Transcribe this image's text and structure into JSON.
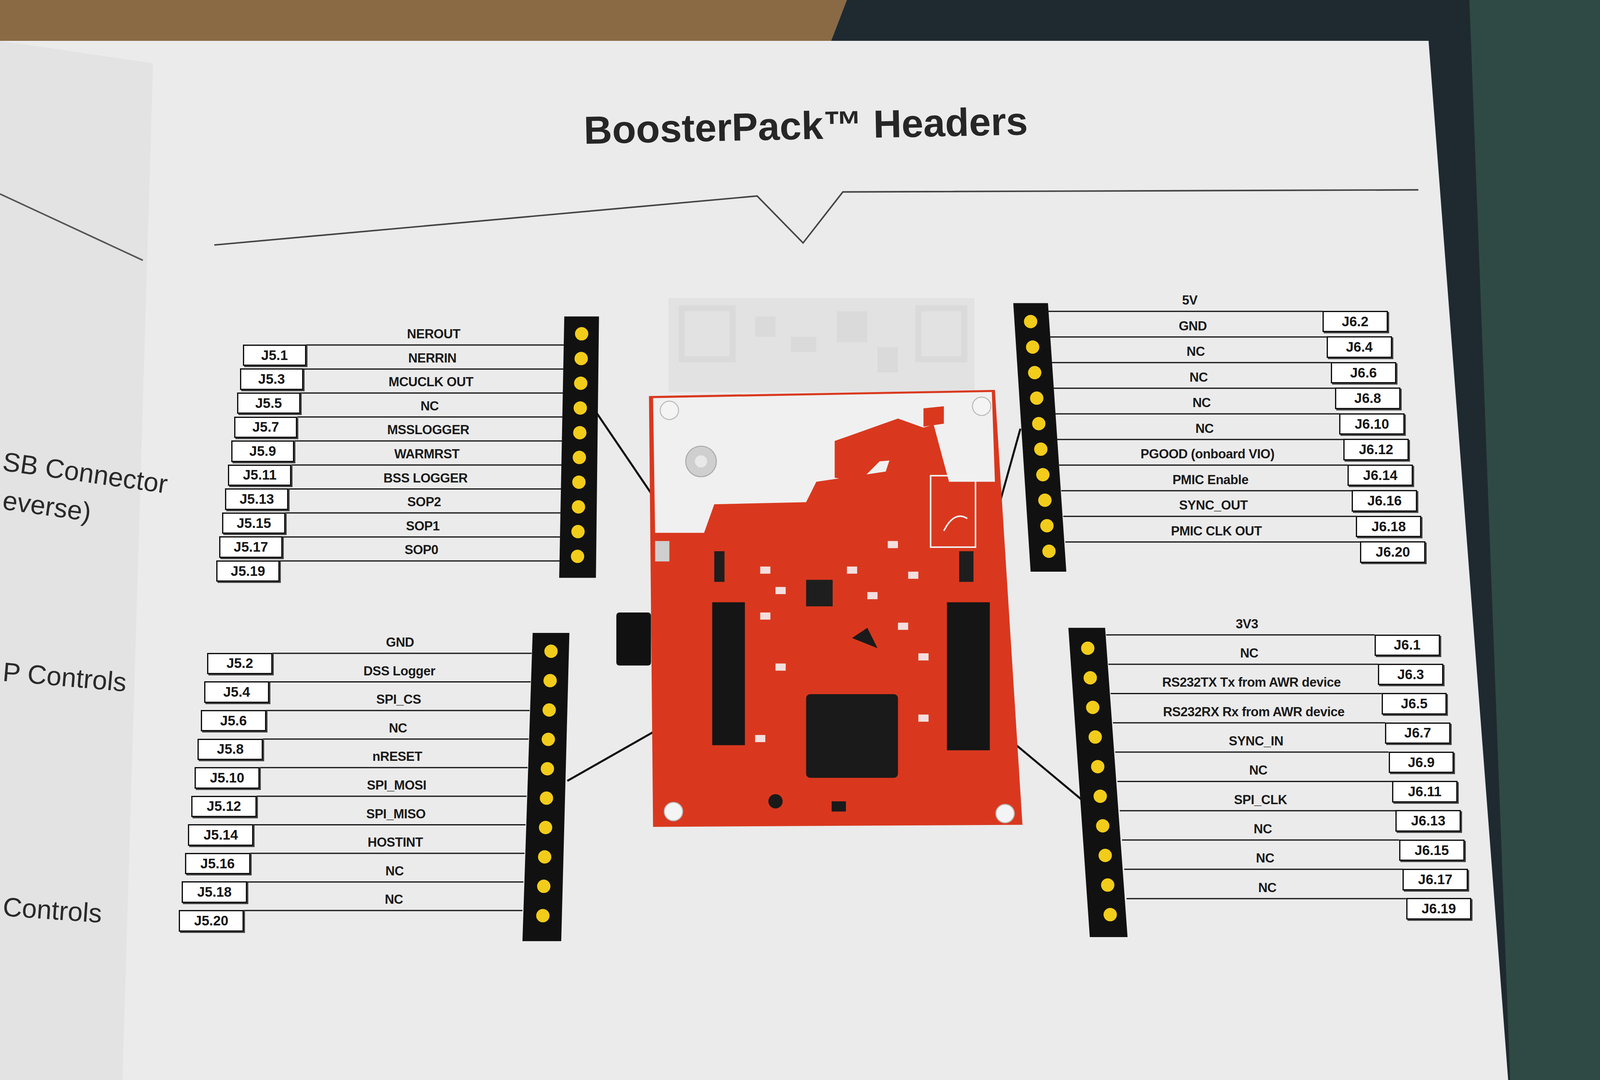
{
  "diagram": {
    "title": "BoosterPack™ Headers",
    "nodes": [
      {
        "text": [
          "J5.1"
        ]
      },
      {
        "text": [
          "J5.3"
        ]
      },
      {
        "text": [
          "J5.5"
        ]
      },
      {
        "text": [
          "J5.7"
        ]
      },
      {
        "text": [
          "J5.9"
        ]
      },
      {
        "text": [
          "J5.11"
        ]
      },
      {
        "text": [
          "J5.13"
        ]
      },
      {
        "text": [
          "J5.15"
        ]
      },
      {
        "text": [
          "J5.17"
        ]
      },
      {
        "text": [
          "J5.19"
        ]
      },
      {
        "text": [
          "J6.2"
        ]
      },
      {
        "text": [
          "J6.4"
        ]
      },
      {
        "text": [
          "J6.6"
        ]
      },
      {
        "text": [
          "J6.8"
        ]
      },
      {
        "text": [
          "J6.10"
        ]
      },
      {
        "text": [
          "J6.12"
        ]
      },
      {
        "text": [
          "J6.14"
        ]
      },
      {
        "text": [
          "J6.16"
        ]
      },
      {
        "text": [
          "J6.18"
        ]
      },
      {
        "text": [
          "J6.20"
        ]
      },
      {
        "text": [
          "J5.2"
        ]
      },
      {
        "text": [
          "J5.4"
        ]
      },
      {
        "text": [
          "J5.6"
        ]
      },
      {
        "text": [
          "J5.8"
        ]
      },
      {
        "text": [
          "J5.10"
        ]
      },
      {
        "text": [
          "J5.12"
        ]
      },
      {
        "text": [
          "J5.14"
        ]
      },
      {
        "text": [
          "J5.16"
        ]
      },
      {
        "text": [
          "J5.18"
        ]
      },
      {
        "text": [
          "J5.20"
        ]
      },
      {
        "text": [
          "J6.1"
        ]
      },
      {
        "text": [
          "J6.3"
        ]
      },
      {
        "text": [
          "J6.5"
        ]
      },
      {
        "text": [
          "J6.7"
        ]
      },
      {
        "text": [
          "J6.9"
        ]
      },
      {
        "text": [
          "J6.11"
        ]
      },
      {
        "text": [
          "J6.13"
        ]
      },
      {
        "text": [
          "J6.15"
        ]
      },
      {
        "text": [
          "J6.17"
        ]
      },
      {
        "text": [
          "J6.19"
        ]
      }
    ],
    "labels": [
      "SB Connector",
      "everse)",
      "P Controls",
      "Controls",
      "NEROUT",
      "NERRIN",
      "MCUCLK OUT",
      "NC",
      "MSSLOGGER",
      "WARMRST",
      "BSS LOGGER",
      "SOP2",
      "SOP1",
      "SOP0",
      "5V",
      "GND",
      "NC",
      "NC",
      "NC",
      "NC",
      "PGOOD (onboard VIO)",
      "PMIC Enable",
      "SYNC_OUT",
      "PMIC CLK OUT",
      "GND",
      "DSS Logger",
      "SPI_CS",
      "NC",
      "nRESET",
      "SPI_MOSI",
      "SPI_MISO",
      "HOSTINT",
      "NC",
      "NC",
      "3V3",
      "NC",
      "RS232TX Tx from AWR device",
      "RS232RX Rx from AWR device",
      "SYNC_IN",
      "NC",
      "SPI_CLK",
      "NC",
      "NC",
      "NC"
    ]
  }
}
